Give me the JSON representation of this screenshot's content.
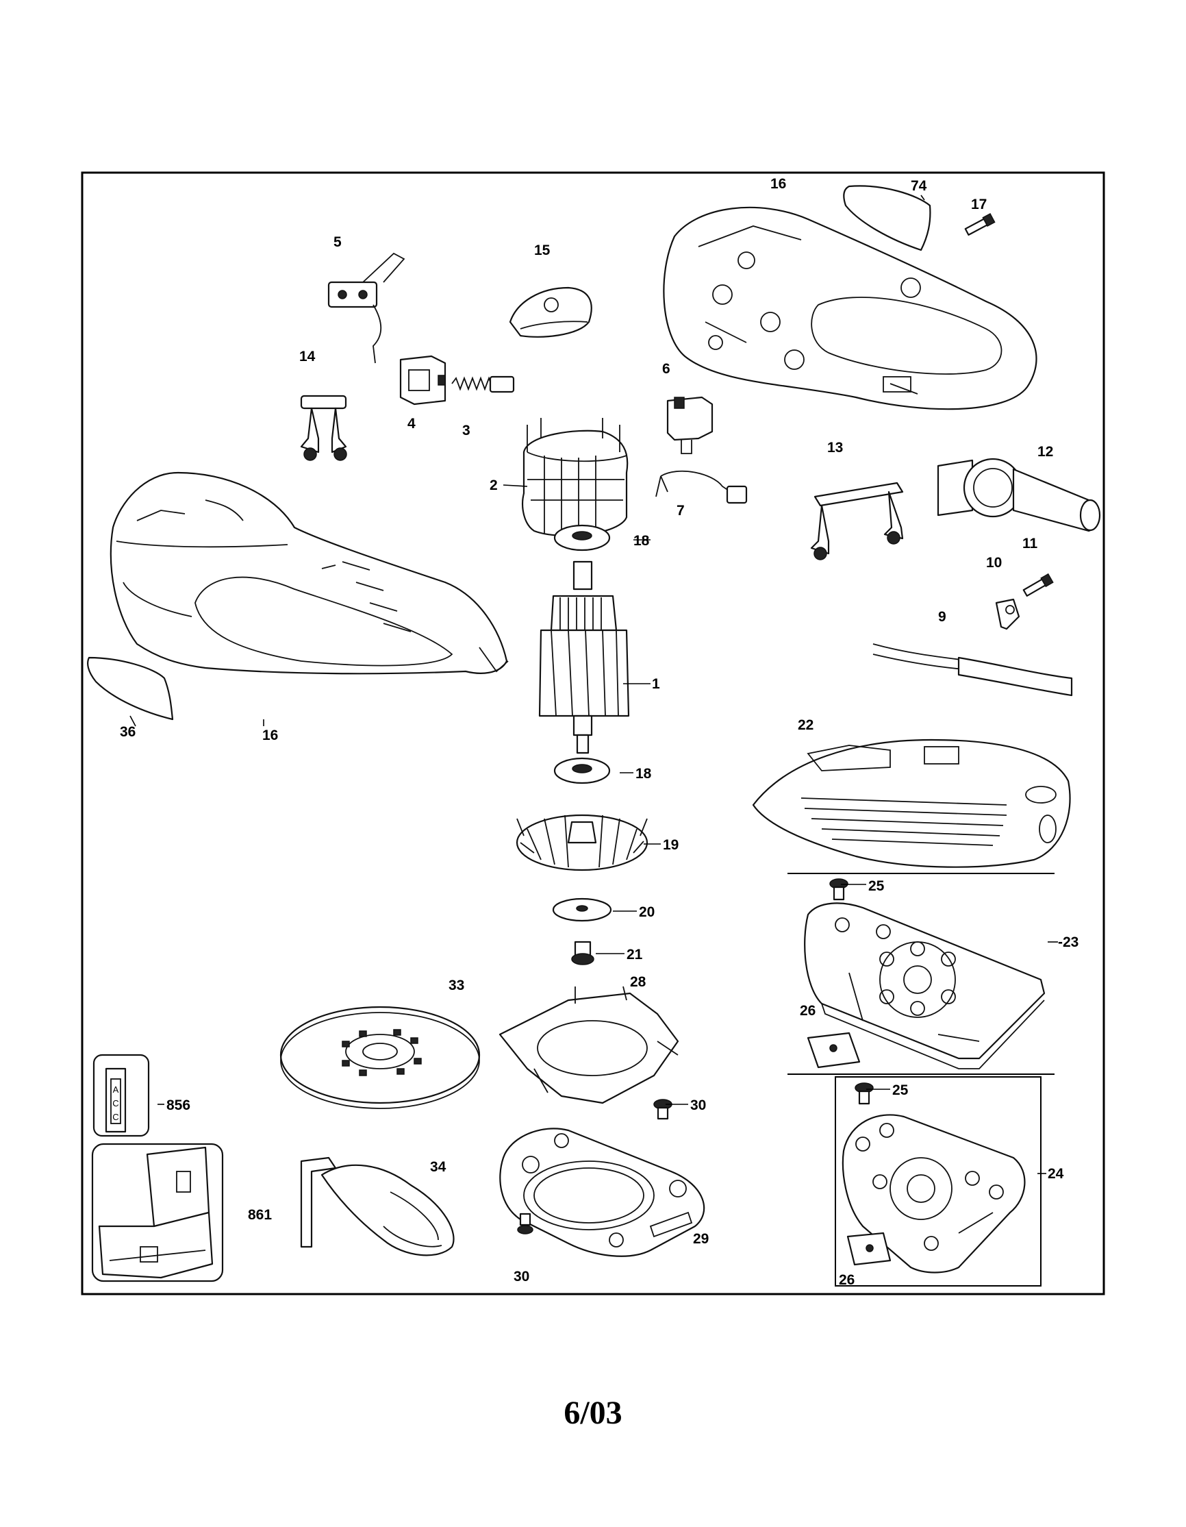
{
  "diagram": {
    "labels": {
      "p1": "1",
      "p2": "2",
      "p3": "3",
      "p4": "4",
      "p5": "5",
      "p6": "6",
      "p7": "7",
      "p9": "9",
      "p10": "10",
      "p11": "11",
      "p12": "12",
      "p13": "13",
      "p14": "14",
      "p15": "15",
      "p16a": "16",
      "p16b": "16",
      "p17": "17",
      "p18a": "18",
      "p18b": "18",
      "p19": "19",
      "p20": "20",
      "p21": "21",
      "p22": "22",
      "p23": "-23",
      "p24": "24",
      "p25a": "25",
      "p25b": "25",
      "p26a": "26",
      "p26b": "26",
      "p28": "28",
      "p29": "29",
      "p30a": "30",
      "p30b": "30",
      "p33": "33",
      "p34": "34",
      "p36": "36",
      "p74": "74",
      "p856": "856",
      "p861": "861"
    },
    "case_label": [
      "A",
      "C",
      "C"
    ]
  },
  "footer": {
    "date": "6/03"
  }
}
